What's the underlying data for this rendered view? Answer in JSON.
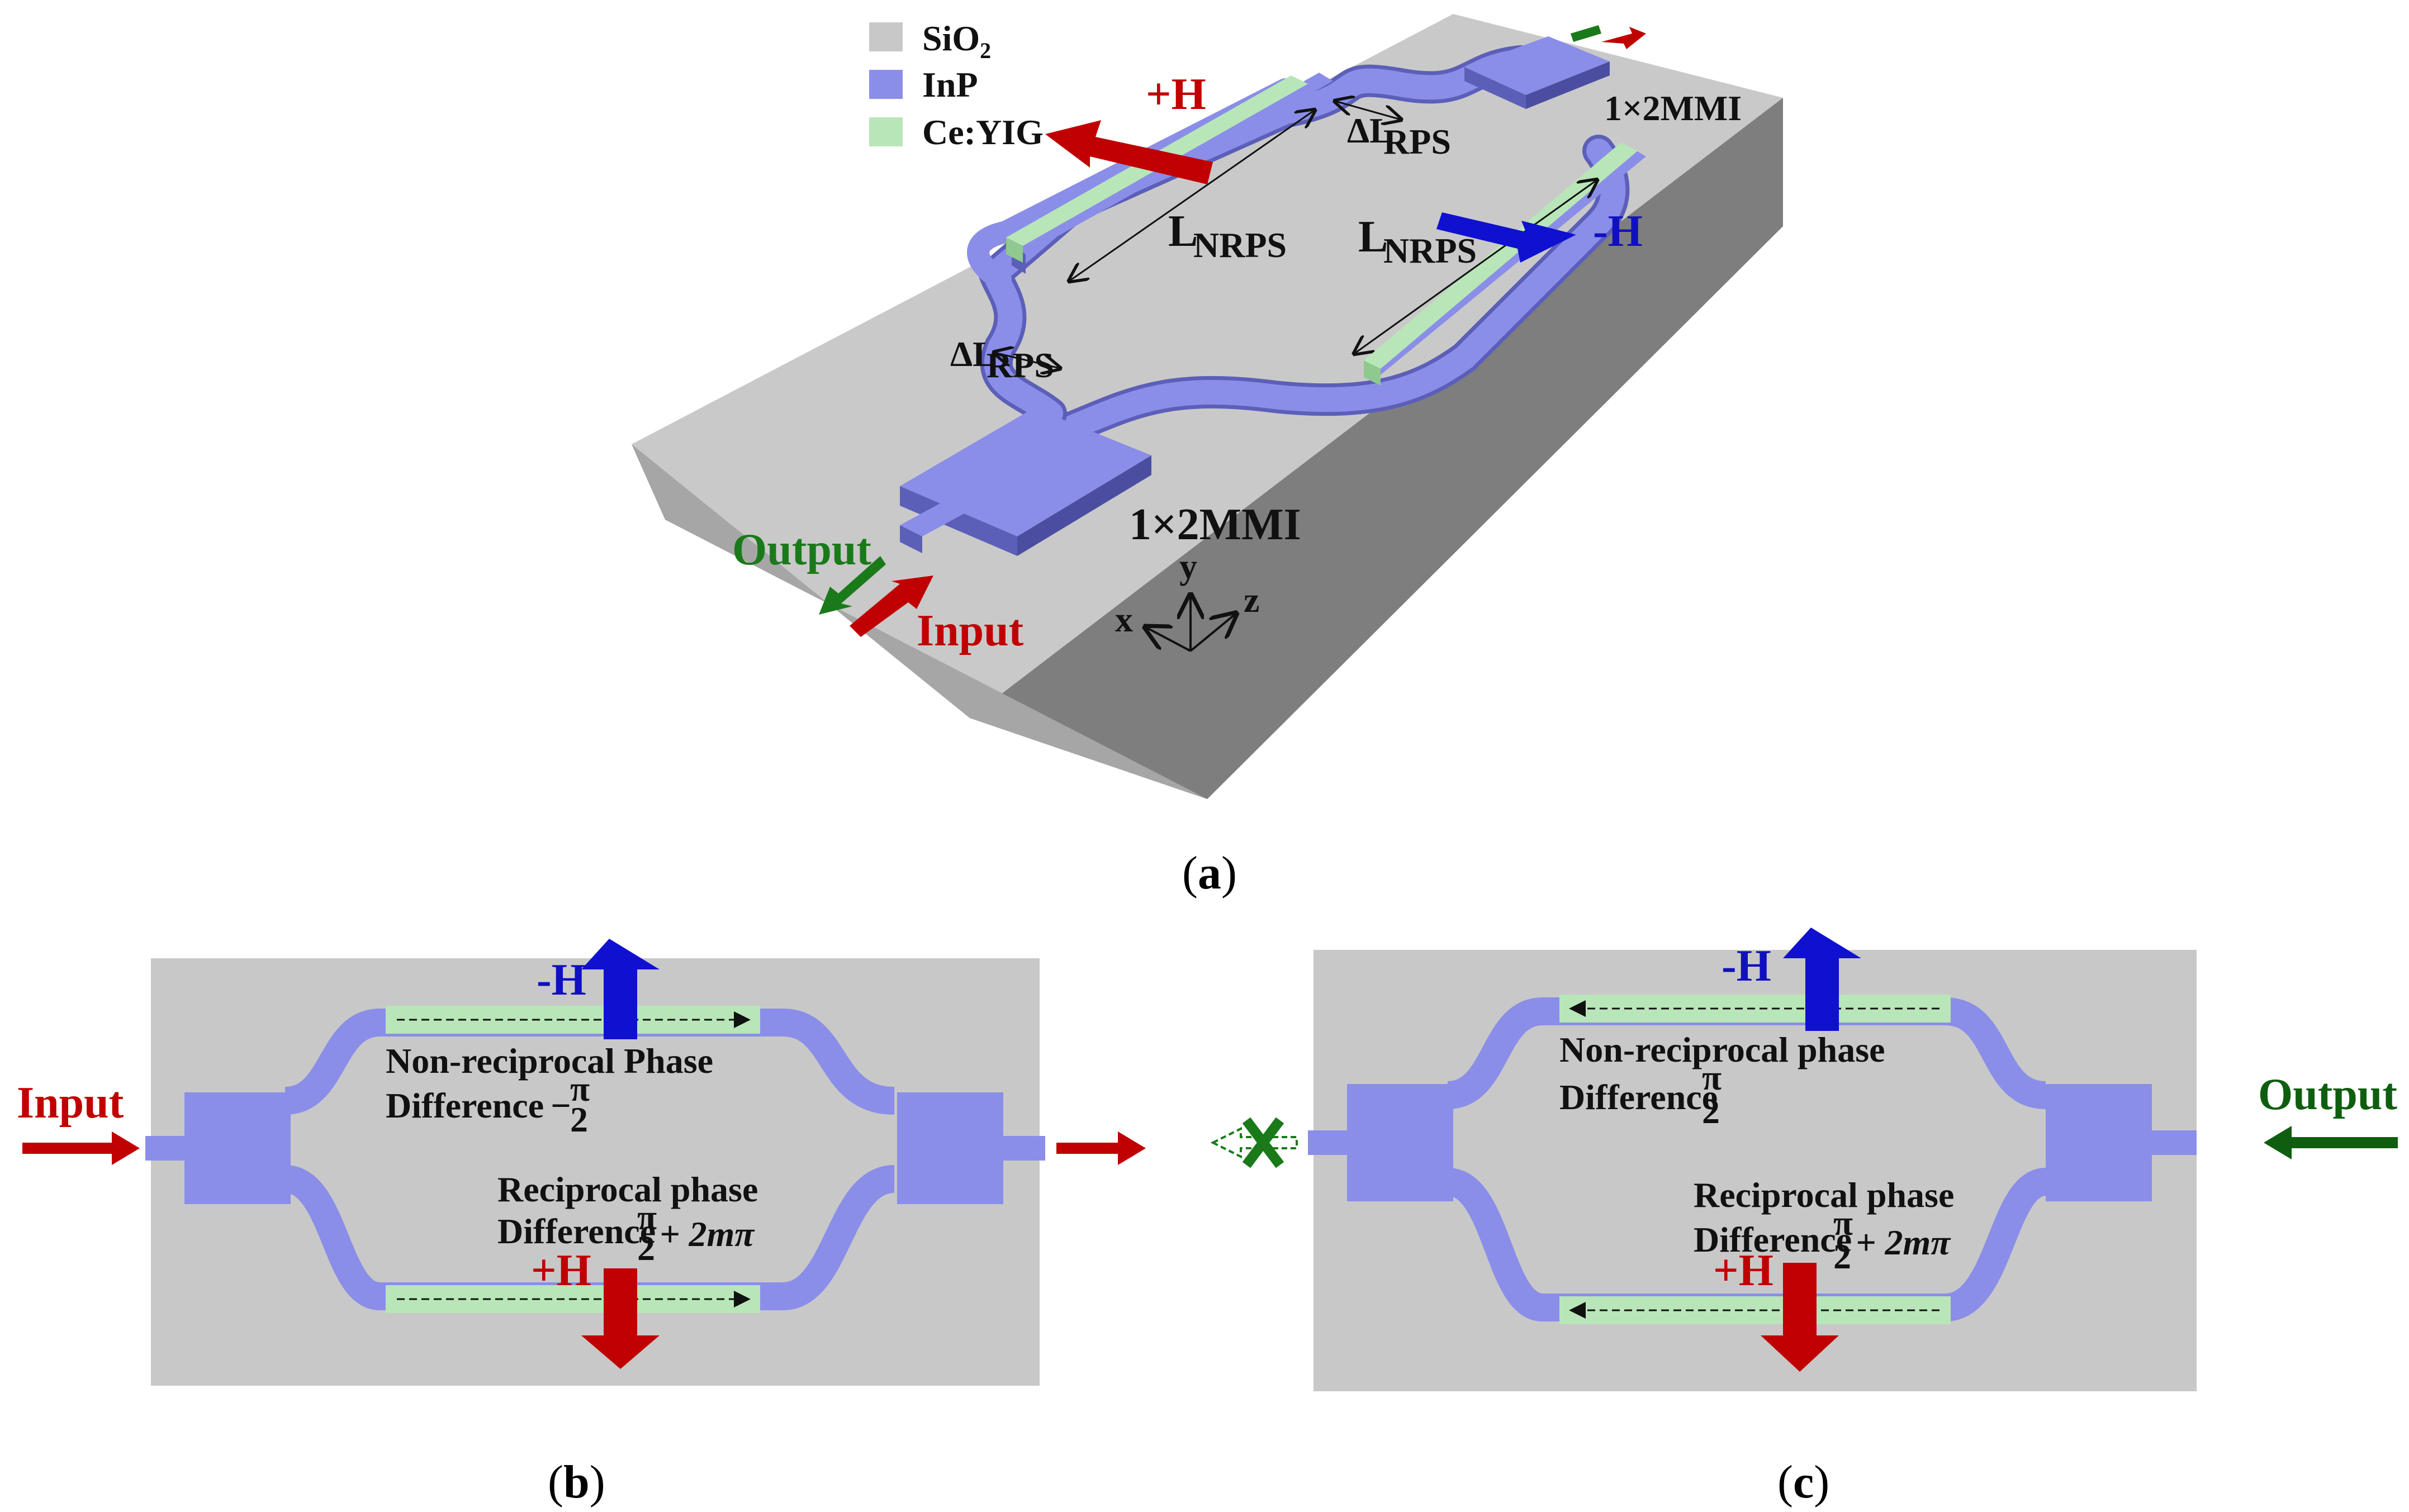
{
  "legend": [
    {
      "label": "SiO",
      "sub": "2",
      "color": "#c8c8c8"
    },
    {
      "label": "InP",
      "sub": "",
      "color": "#8a8ee8"
    },
    {
      "label": "Ce:YIG",
      "sub": "",
      "color": "#b8e6b8"
    }
  ],
  "panel_a": {
    "caption_open": "(",
    "caption_letter": "a",
    "caption_close": ")",
    "plus_h": "+H",
    "minus_h": "-H",
    "mmi_top": "1×2MMI",
    "mmi_bottom": "1×2MMI",
    "l_nrps_main": "L",
    "l_nrps_sub": "NRPS",
    "dl_rps_main": "ΔL",
    "dl_rps_sub": "RPS",
    "output": "Output",
    "input": "Input",
    "axis_x": "x",
    "axis_y": "y",
    "axis_z": "z"
  },
  "panel_b": {
    "caption_open": "(",
    "caption_letter": "b",
    "caption_close": ")",
    "input": "Input",
    "minus_h": "-H",
    "plus_h": "+H",
    "nr_line1": "Non-reciprocal Phase",
    "nr_line2": "Difference",
    "nr_sign": "−",
    "rec_line1": "Reciprocal phase",
    "rec_line2": "Difference",
    "frac_num": "π",
    "frac_den": "2",
    "extra": "+ 2mπ"
  },
  "panel_c": {
    "caption_open": "(",
    "caption_letter": "c",
    "caption_close": ")",
    "output": "Output",
    "minus_h": "-H",
    "plus_h": "+H",
    "nr_line1": "Non-reciprocal phase",
    "nr_line2": "Difference",
    "rec_line1": "Reciprocal phase",
    "rec_line2": "Difference",
    "frac_num": "π",
    "frac_den": "2",
    "extra": "+ 2mπ"
  },
  "colors": {
    "sio2": "#c8c8c8",
    "inp": "#8a8ee8",
    "ceyig": "#b8e6b8",
    "red_arrow": "#c00000",
    "blue_arrow": "#1010d0",
    "green_arrow": "#1a7a1a"
  }
}
